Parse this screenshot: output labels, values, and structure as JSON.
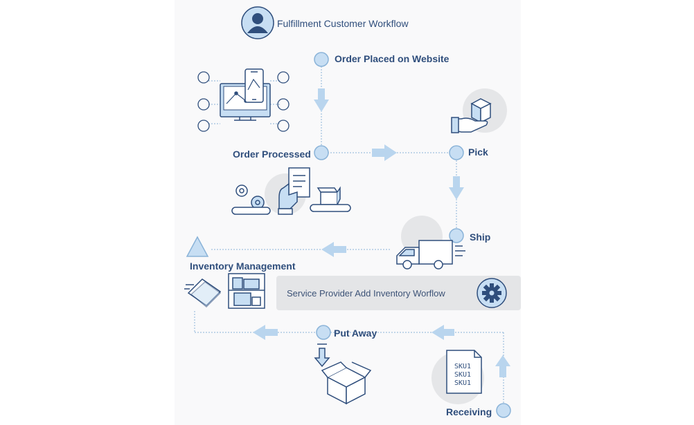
{
  "title": "Fulfillment Customer Workflow",
  "steps": {
    "order_placed": "Order Placed on Website",
    "order_processed": "Order Processed",
    "pick": "Pick",
    "ship": "Ship",
    "inventory_management": "Inventory Management",
    "put_away": "Put Away",
    "receiving": "Receiving"
  },
  "service_provider": {
    "label": "Service Provider Add Inventory Worflow",
    "icon": "gear-icon"
  },
  "document_lines": [
    "SKU1",
    "SKU1",
    "SKU1"
  ],
  "colors": {
    "node_fill": "#c7def3",
    "node_stroke": "#8ab3d8",
    "arrow": "#b9d5ee",
    "text": "#2f4e7c",
    "icon_stroke": "#2f4e7c",
    "circle_bg": "#e5e6e8",
    "bar_bg": "#e4e5e7"
  }
}
